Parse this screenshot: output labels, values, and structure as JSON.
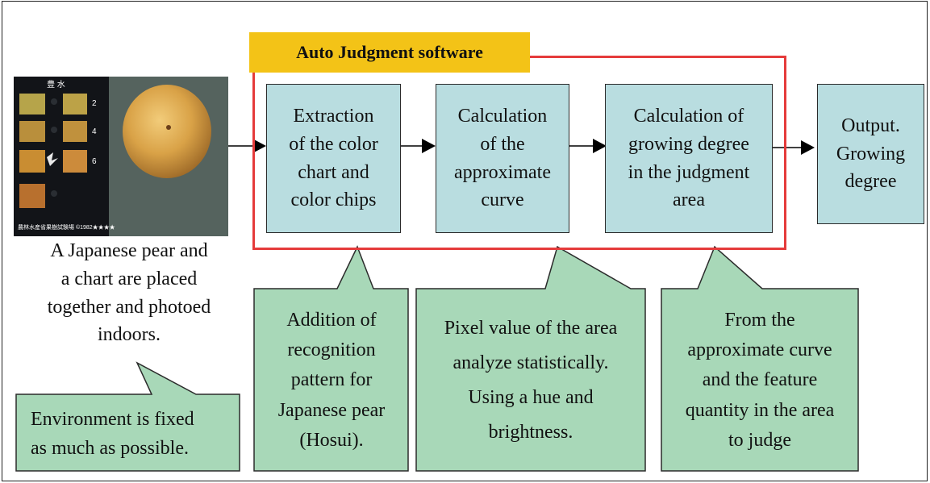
{
  "software_title": "Auto Judgment software",
  "photo": {
    "chart_heading": "豊 水",
    "chip_numbers": [
      "2",
      "4",
      "6"
    ],
    "footer_text": "農林水産省果樹試験場 ©1982★★★★",
    "caption": "A Japanese pear and\n a chart are placed\ntogether and photoed\nindoors."
  },
  "steps": [
    {
      "label": "Extraction\nof the color\nchart and\ncolor chips"
    },
    {
      "label": "Calculation\nof the\napproximate\ncurve"
    },
    {
      "label": "Calculation of\ngrowing degree\nin the judgment\narea"
    }
  ],
  "output": {
    "label": "Output.\nGrowing\ndegree"
  },
  "callouts": {
    "environment": "Environment  is  fixed\nas much as possible.",
    "recognition": "Addition of\nrecognition\npattern for\nJapanese pear\n(Hosui).",
    "pixel": "Pixel value of the area\nanalyze statistically.\nUsing a hue and\nbrightness.",
    "judge": "From the\napproximate curve\nand the feature\nquantity in the area\nto judge"
  },
  "colors": {
    "step_fill": "#b9dde0",
    "callout_fill": "#a8d8b8",
    "software_frame": "#e53b3b",
    "banner": "#f3c317"
  }
}
